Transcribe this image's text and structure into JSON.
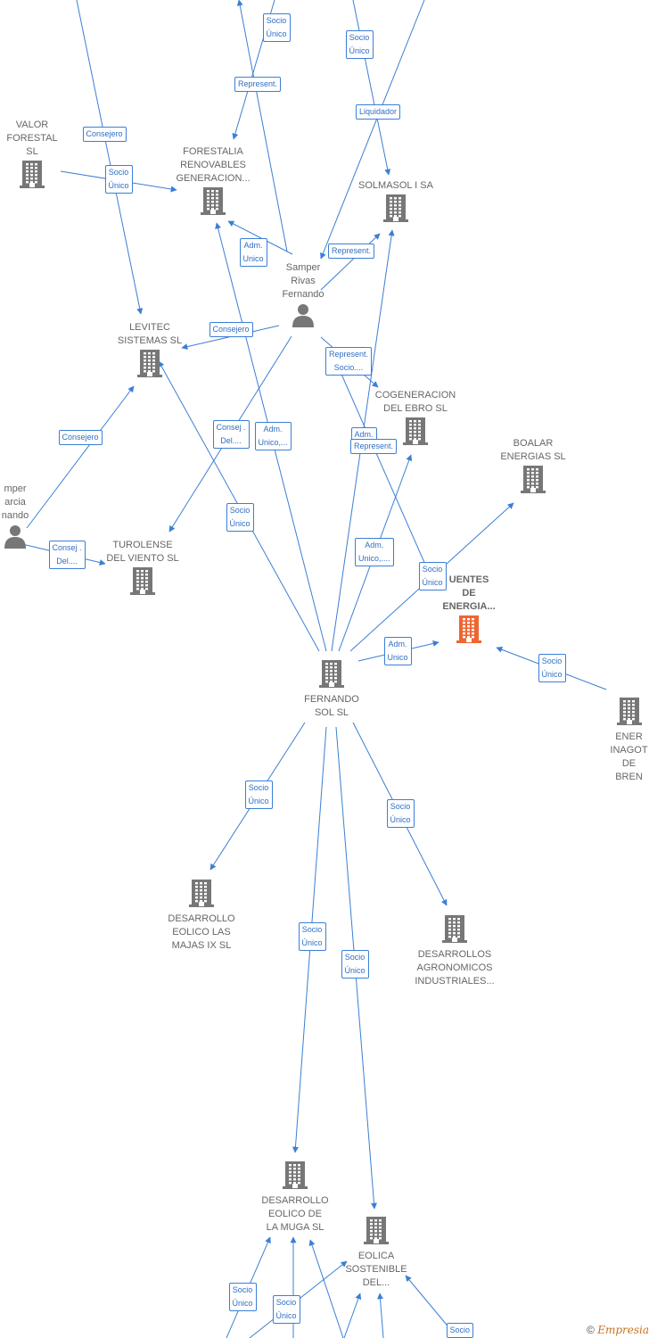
{
  "colors": {
    "edge": "#3b7fd4",
    "company": "#777777",
    "focus": "#ee6633",
    "person": "#777777"
  },
  "nodes": {
    "valor_forestal": "VALOR\nFORESTAL SL",
    "forestalia": "FORESTALIA\nRENOVABLES\nGENERACION...",
    "solmasol": "SOLMASOL I SA",
    "samper_rivas": "Samper\nRivas\nFernando",
    "levitec": "LEVITEC\nSISTEMAS  SL",
    "cogeneracion": "COGENERACION\nDEL EBRO  SL",
    "boalar": "BOALAR\nENERGIAS  SL",
    "samper_garcia": "mper\narcia\nnando",
    "turolense": "TUROLENSE\nDEL VIENTO SL",
    "fuentes_energia": "UENTES\nDE\nENERGIA...",
    "fernando_sol": "FERNANDO\nSOL SL",
    "energias_inagot": "ENER\nINAGOT\nDE BREN",
    "desarrollo_majas": "DESARROLLO\nEOLICO LAS\nMAJAS IX  SL",
    "desarrollos_agro": "DESARROLLOS\nAGRONOMICOS\nINDUSTRIALES...",
    "desarrollo_muga": "DESARROLLO\nEOLICO DE\nLA MUGA SL",
    "eolica_sostenible": "EOLICA\nSOSTENIBLE\nDEL..."
  },
  "edge_labels": {
    "e1": "Socio\nÚnico",
    "e2": "Socio\nÚnico",
    "e3": "Represent.",
    "e4": "Liquidador",
    "e5": "Consejero",
    "e6": "Socio\nÚnico",
    "e7": "Adm.\nUnico",
    "e8": "Represent.",
    "e9": "Consejero",
    "e10": "Represent.\nSocio....",
    "e11": "Consej .\nDel....",
    "e12": "Adm.\nUnico,...",
    "e13": "Adm.",
    "e14": "Represent.",
    "e15": "Consejero",
    "e16": "Socio\nÚnico",
    "e17": "Consej .\nDel....",
    "e18": "Adm.\nUnico,....",
    "e19": "Socio\nÚnico",
    "e20": "Adm.\nUnico",
    "e21": "Socio\nÚnico",
    "e22": "Socio\nÚnico",
    "e23": "Socio\nÚnico",
    "e24": "Socio\nÚnico",
    "e25": "Socio\nÚnico",
    "e26": "Socio\nÚnico",
    "e27": "Socio\nÚnico",
    "e28": "Socio"
  },
  "footer": {
    "copyright": "©",
    "brand": "Empresia"
  }
}
